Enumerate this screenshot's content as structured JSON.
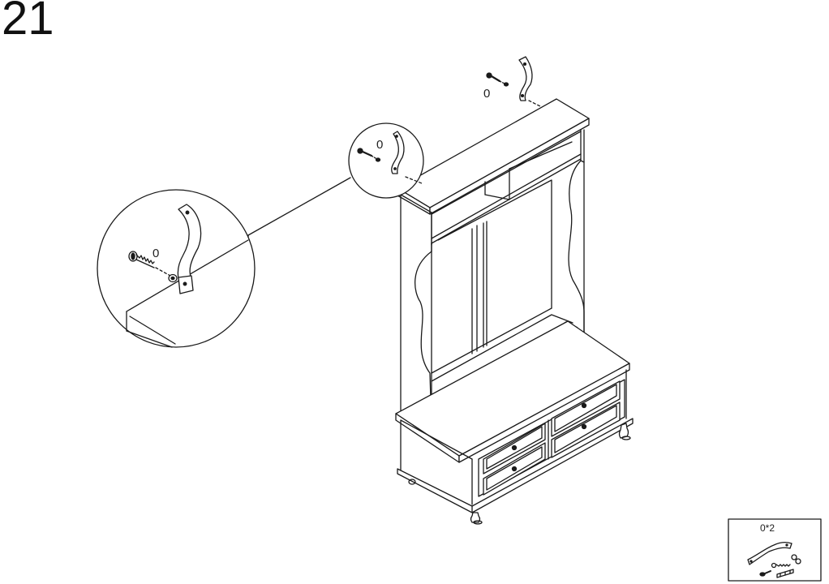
{
  "step": {
    "number": "21"
  },
  "callouts": {
    "top_label": "0",
    "medium_label": "0",
    "large_label": "0"
  },
  "parts_box": {
    "label": "0*2"
  },
  "icons": {
    "hall_tree": "hall-tree-furniture",
    "anti_tip_strap": "anti-tip-strap",
    "screw": "screw",
    "washer": "washer",
    "wall_anchor": "wall-anchor"
  }
}
